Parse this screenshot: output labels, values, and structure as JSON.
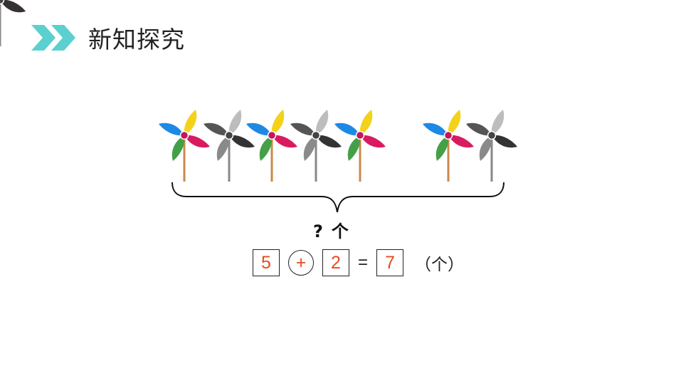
{
  "header": {
    "title": "新知探究",
    "chevron_color": "#5ccfcf"
  },
  "illustration": {
    "colored_windmill_colors": [
      "#d81b60",
      "#f3d21a",
      "#1e88e5",
      "#43a047"
    ],
    "gray_windmill_colors": [
      "#555555",
      "#bdbdbd",
      "#8a8a8a",
      "#333333"
    ],
    "group_left": [
      "colored",
      "gray",
      "colored",
      "gray",
      "colored"
    ],
    "group_right": [
      "colored",
      "gray"
    ]
  },
  "question": {
    "mark": "?",
    "unit": "个"
  },
  "equation": {
    "operand1": "5",
    "operator": "+",
    "operand2": "2",
    "equals": "=",
    "result": "7",
    "unit": "（个）",
    "answer_color": "#e84b1e"
  }
}
